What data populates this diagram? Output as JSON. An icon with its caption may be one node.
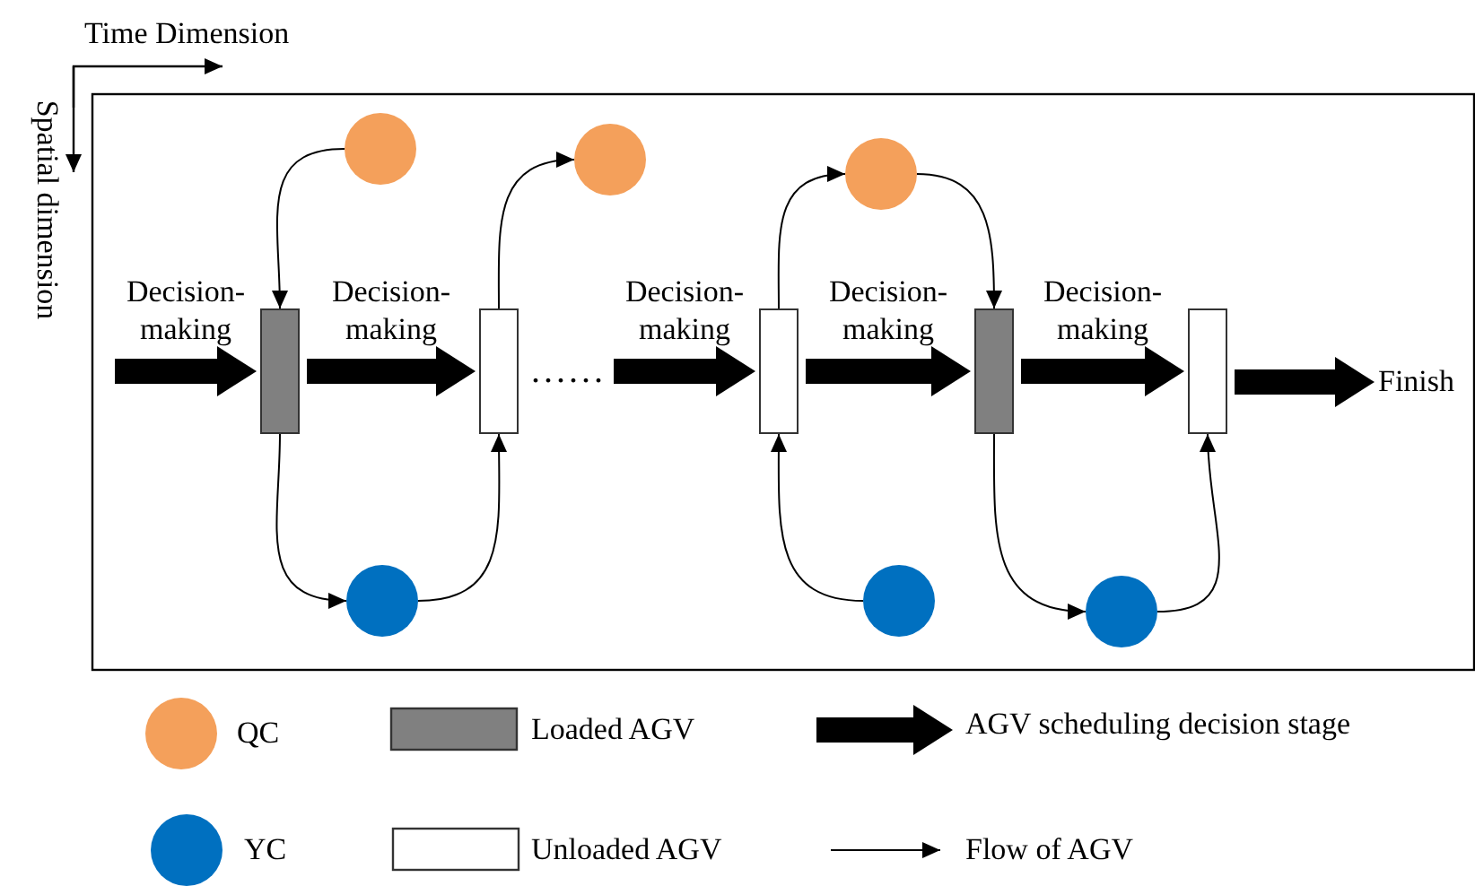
{
  "diagram": {
    "nodes": [
      {
        "text": [],
        "shape": "circle"
      },
      {
        "text": [],
        "shape": "circle"
      },
      {
        "text": [],
        "shape": "circle"
      },
      {
        "text": [],
        "shape": "box"
      },
      {
        "text": [],
        "shape": "box"
      },
      {
        "text": [],
        "shape": "box"
      },
      {
        "text": [],
        "shape": "box"
      },
      {
        "text": [],
        "shape": "box"
      },
      {
        "text": [
          "Finish"
        ]
      },
      {
        "text": [],
        "shape": "circle"
      },
      {
        "text": [],
        "shape": "circle"
      },
      {
        "text": [],
        "shape": "circle"
      }
    ],
    "edges": [
      {
        "from": null,
        "to": 3,
        "arrow": "to",
        "label": "Decision-making",
        "style": "thick"
      },
      {
        "from": 3,
        "to": 4,
        "arrow": "to",
        "label": "Decision-making",
        "style": "thick"
      },
      {
        "from": null,
        "to": 5,
        "arrow": "to",
        "label": "Decision-making",
        "style": "thick"
      },
      {
        "from": 5,
        "to": 6,
        "arrow": "to",
        "label": "Decision-making",
        "style": "thick"
      },
      {
        "from": 6,
        "to": 7,
        "arrow": "to",
        "label": "Decision-making",
        "style": "thick"
      },
      {
        "from": 7,
        "to": 8,
        "arrow": "to",
        "style": "thick"
      },
      {
        "from": 0,
        "to": 3,
        "arrow": "to"
      },
      {
        "from": 3,
        "to": 9,
        "arrow": "to"
      },
      {
        "from": 9,
        "to": 4,
        "arrow": "to"
      },
      {
        "from": 4,
        "to": 1,
        "arrow": "to"
      },
      {
        "from": 5,
        "to": 2,
        "arrow": "to"
      },
      {
        "from": 2,
        "to": 6,
        "arrow": "to"
      },
      {
        "from": 10,
        "to": 5,
        "arrow": "to"
      },
      {
        "from": 6,
        "to": 11,
        "arrow": "to"
      },
      {
        "from": 11,
        "to": 7,
        "arrow": "to"
      }
    ],
    "labels": [
      "Time Dimension",
      "Spatial dimension",
      "......"
    ],
    "legend": [
      {
        "text": "QC",
        "color": "#f4a05b"
      },
      {
        "text": "Loaded AGV",
        "color": "#808080"
      },
      {
        "text": "AGV scheduling decision stage"
      },
      {
        "text": "YC",
        "color": "#0070c0"
      },
      {
        "text": "Unloaded AGV",
        "color": "#ffffff"
      },
      {
        "text": "Flow of AGV"
      }
    ]
  }
}
